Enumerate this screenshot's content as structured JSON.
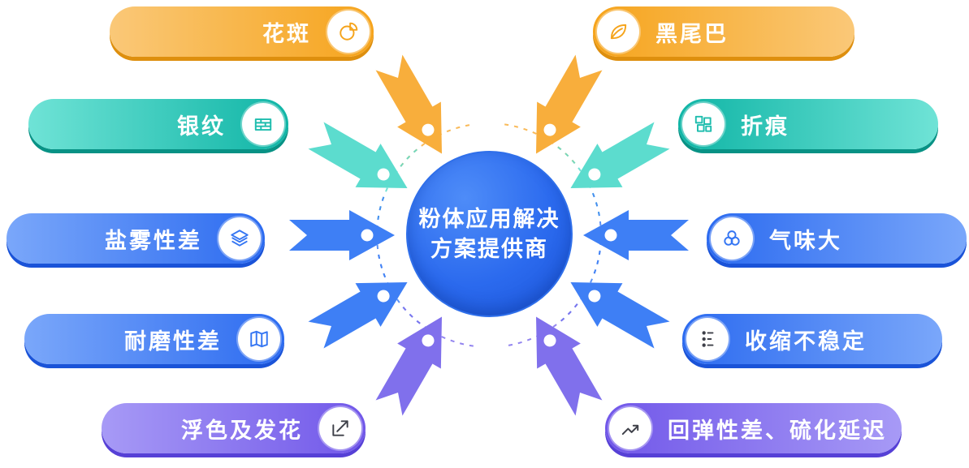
{
  "center": {
    "line1": "粉体应用解决",
    "line2": "方案提供商"
  },
  "nodes": [
    {
      "label": "花斑",
      "icon": "pie-chart-icon",
      "color": "#F6A41C",
      "side": "left"
    },
    {
      "label": "黑尾巴",
      "icon": "leaf-icon",
      "color": "#F6A41C",
      "side": "right"
    },
    {
      "label": "银纹",
      "icon": "bricks-icon",
      "color": "#10B5A6",
      "side": "left"
    },
    {
      "label": "折痕",
      "icon": "fragments-icon",
      "color": "#10B5A6",
      "side": "right"
    },
    {
      "label": "盐雾性差",
      "icon": "layers-icon",
      "color": "#2C6BF0",
      "side": "left"
    },
    {
      "label": "气味大",
      "icon": "circles-icon",
      "color": "#2C6BF0",
      "side": "right"
    },
    {
      "label": "耐磨性差",
      "icon": "map-icon",
      "color": "#2C6BF0",
      "side": "left"
    },
    {
      "label": "收缩不稳定",
      "icon": "dots-branch-icon",
      "color": "#2C6BF0",
      "side": "right"
    },
    {
      "label": "浮色及发花",
      "icon": "arrow-up-right-icon",
      "color": "#7157E9",
      "side": "left"
    },
    {
      "label": "回弹性差、硫化延迟",
      "icon": "trend-line-icon",
      "color": "#7157E9",
      "side": "right"
    }
  ],
  "palette": {
    "orange": "#F6A41C",
    "teal": "#10B5A6",
    "blue": "#2C6BF0",
    "purple": "#7157E9",
    "center_blue": "#2B6AEE",
    "arrow_orange": "#F8AE3C",
    "arrow_teal": "#5CDCCE",
    "arrow_blue": "#3E7FF5",
    "arrow_purple": "#8070EC"
  }
}
